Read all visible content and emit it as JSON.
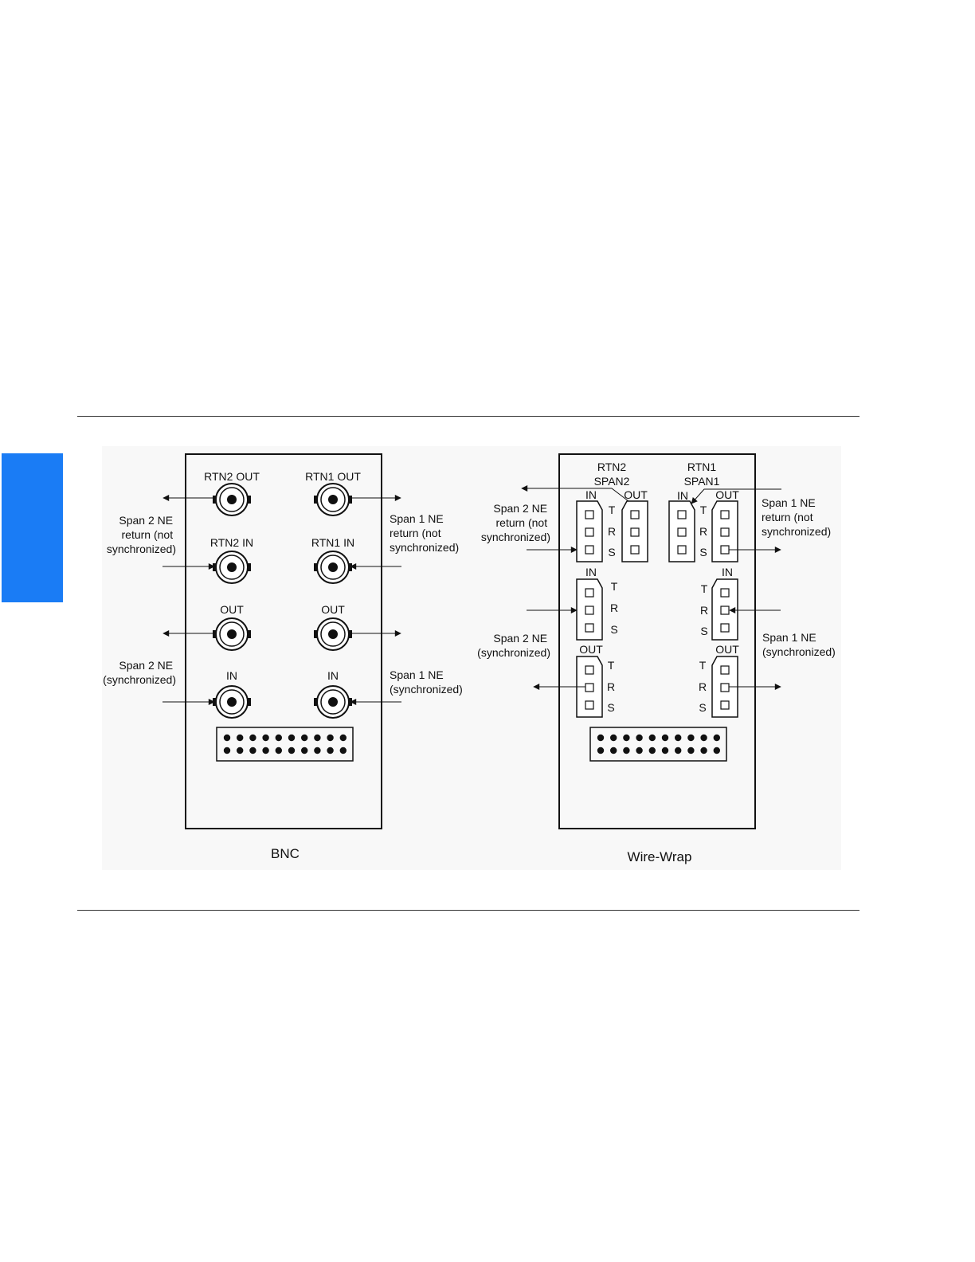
{
  "colors": {
    "side_tab": "#1a7cf5",
    "line": "#111111",
    "figure_bg": "#f8f8f8"
  },
  "bnc": {
    "caption": "BNC",
    "rtn2_out": "RTN2 OUT",
    "rtn1_out": "RTN1 OUT",
    "rtn2_in": "RTN2 IN",
    "rtn1_in": "RTN1 IN",
    "out_left": "OUT",
    "out_right": "OUT",
    "in_left": "IN",
    "in_right": "IN",
    "left_return": [
      "Span 2 NE",
      "return (not",
      "synchronized)"
    ],
    "right_return": [
      "Span 1 NE",
      "return (not",
      "synchronized)"
    ],
    "left_sync": [
      "Span 2 NE",
      "(synchronized)"
    ],
    "right_sync": [
      "Span 1 NE",
      "(synchronized)"
    ]
  },
  "wirewrap": {
    "caption": "Wire-Wrap",
    "rtn2": "RTN2",
    "span2": "SPAN2",
    "rtn1": "RTN1",
    "span1": "SPAN1",
    "in": "IN",
    "out": "OUT",
    "t": "T",
    "r": "R",
    "s": "S",
    "left_return": [
      "Span 2 NE",
      "return (not",
      "synchronized)"
    ],
    "right_return": [
      "Span 1 NE",
      "return (not",
      "synchronized)"
    ],
    "left_sync": [
      "Span 2 NE",
      "(synchronized)"
    ],
    "right_sync": [
      "Span 1 NE",
      "(synchronized)"
    ]
  }
}
